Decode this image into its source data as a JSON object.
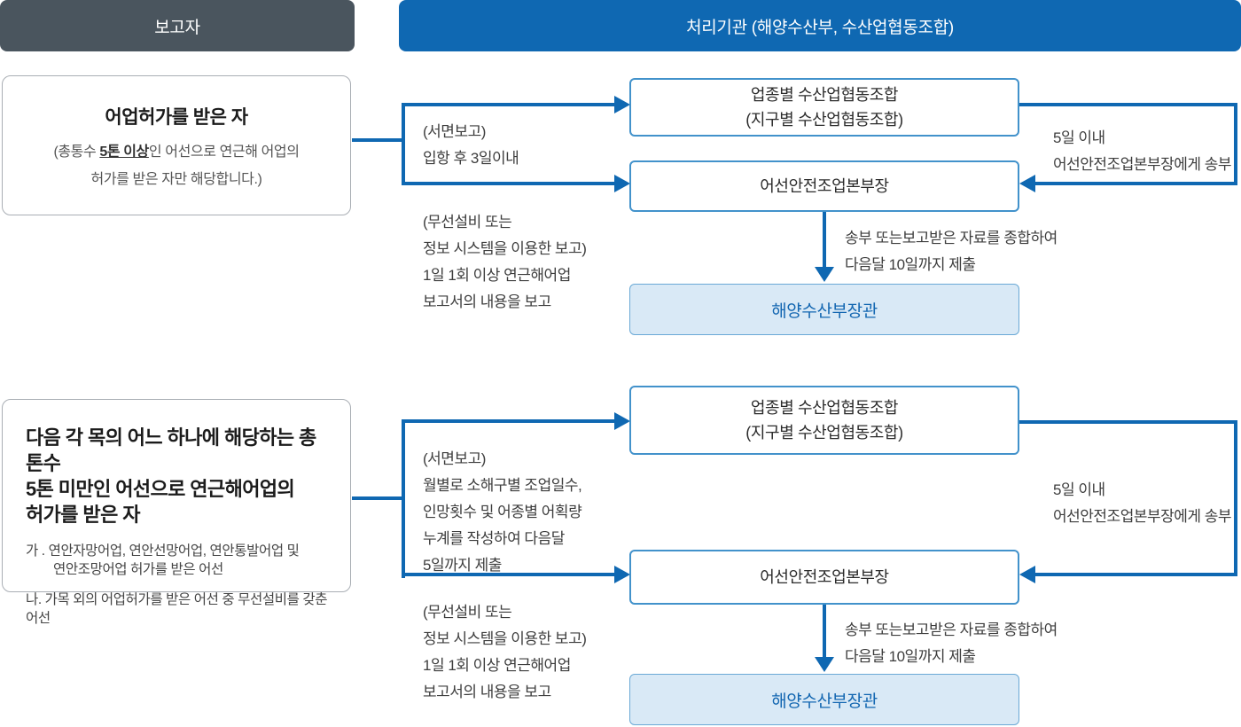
{
  "colors": {
    "primary_blue": "#0f68b2",
    "dark_header": "#4a555e",
    "node_border_blue": "#4292cb",
    "minister_fill": "#d9e9f6",
    "minister_text": "#1266b1",
    "reporter_box_border": "#a9aeb4"
  },
  "headers": {
    "reporter": "보고자",
    "agency": "처리기관 (해양수산부, 수산업협동조합)"
  },
  "flow1": {
    "reporter": {
      "title": "어업허가를 받은 자",
      "sub_prefix": "(총통수 ",
      "sub_strong": "5톤 이상",
      "sub_suffix": "인 어선으로 연근해 어업의",
      "sub_line2": "허가를 받은 자만 해당합니다.)"
    },
    "labels": {
      "written": "(서면보고)\n입항 후 3일이내",
      "wireless": "(무선설비 또는\n정보 시스템을 이용한 보고)\n1일 1회 이상 연근해어업\n보고서의 내용을 보고",
      "send_5days": "5일 이내\n어선안전조업본부장에게 송부",
      "submit_10th": "송부 또는보고받은 자료를 종합하여\n다음달 10일까지 제출"
    },
    "nodes": {
      "coop": "업종별 수산업협동조합\n(지구별 수산업협동조합)",
      "hq": "어선안전조업본부장",
      "minister": "해양수산부장관"
    }
  },
  "flow2": {
    "reporter": {
      "title": "다음 각 목의 어느 하나에 해당하는 총 톤수\n5톤 미만인 어선으로 연근해어업의\n허가를 받은 자",
      "item_ga_line1": "가 . 연안자망어업, 연안선망어업, 연안통발어업 및",
      "item_ga_line2": "연안조망어업 허가를 받은 어선",
      "item_na": "나. 가목 외의 어업허가를 받은 어선 중 무선설비를 갖춘어선"
    },
    "labels": {
      "written": "(서면보고)\n월별로 소해구별 조업일수,\n인망횟수 및 어종별 어획량\n누계를 작성하여 다음달\n5일까지 제출",
      "wireless": "(무선설비 또는\n정보 시스템을 이용한 보고)\n1일 1회 이상 연근해어업\n보고서의 내용을 보고",
      "send_5days": "5일 이내\n어선안전조업본부장에게 송부",
      "submit_10th": "송부 또는보고받은 자료를 종합하여\n다음달 10일까지 제출"
    },
    "nodes": {
      "coop": "업종별 수산업협동조합\n(지구별 수산업협동조합)",
      "hq": "어선안전조업본부장",
      "minister": "해양수산부장관"
    }
  }
}
